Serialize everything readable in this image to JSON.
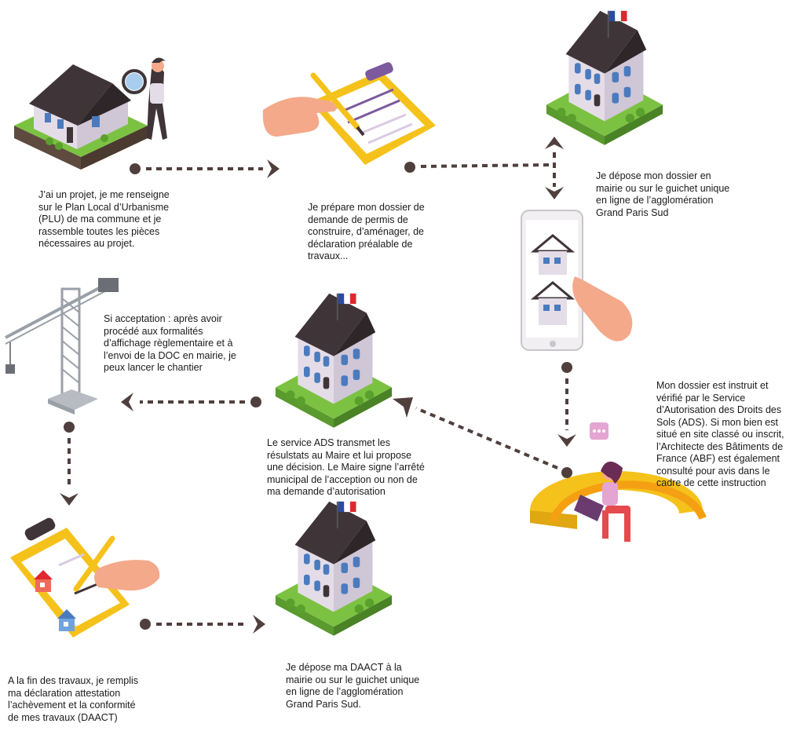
{
  "colors": {
    "arrow": "#4f3f3d",
    "roof": "#3f3538",
    "wall": "#e6e0ea",
    "grass": "#8dc63f",
    "window": "#4b7bbf",
    "clipboard": "#f5c21b",
    "skin": "#f4a98a",
    "crane": "#9aa0a8"
  },
  "steps": [
    {
      "id": "projet",
      "icon": "house-magnifier",
      "text": "J’ai un projet, je me renseigne\nsur le Plan Local d’Urbanisme\n(PLU) de ma commune et je\nrassemble toutes les pièces\nnécessaires au projet."
    },
    {
      "id": "dossier",
      "icon": "clipboard-pen",
      "text": "Je prépare mon dossier de\ndemande de permis de\nconstruire, d’aménager, de\ndéclaration préalable de\ntravaux..."
    },
    {
      "id": "depot",
      "icon": "town-hall",
      "text": "Je dépose mon dossier en\nmairie ou sur le guichet unique\nen ligne de l’agglomération\nGrand Paris Sud"
    },
    {
      "id": "instruction",
      "icon": "woman-laptop",
      "text": "Mon dossier est instruit et\nvérifié par le Service\nd’Autorisation des Droits des\nSols (ADS). Si mon bien est\nsitué en site classé ou inscrit,\nl’Architecte des Bâtiments de\nFrance (ABF) est également\nconsulté pour avis dans le\ncadre de cette instruction"
    },
    {
      "id": "decision",
      "icon": "town-hall",
      "text": "Le service ADS transmet les\nrésulstats au Maire et lui propose\nune décision. Le Maire signe l’arrêté\nmunicipal de l’acception ou non de\nma demande d’autorisation"
    },
    {
      "id": "chantier",
      "icon": "crane",
      "text": "Si acceptation : après avoir\nprocédé aux formalités\nd’affichage règlementaire et à\nl’envoi de la DOC en mairie, je\npeux lancer le chantier"
    },
    {
      "id": "daact",
      "icon": "clipboard-houses",
      "text": "A la fin des travaux, je remplis\nma déclaration attestation\nl’achèvement et la conformité\nde mes travaux (DAACT)"
    },
    {
      "id": "depot-daact",
      "icon": "town-hall",
      "text": "Je dépose ma DAACT à la\nmairie ou sur le guichet unique\nen ligne de l’agglomération\nGrand Paris Sud."
    }
  ]
}
